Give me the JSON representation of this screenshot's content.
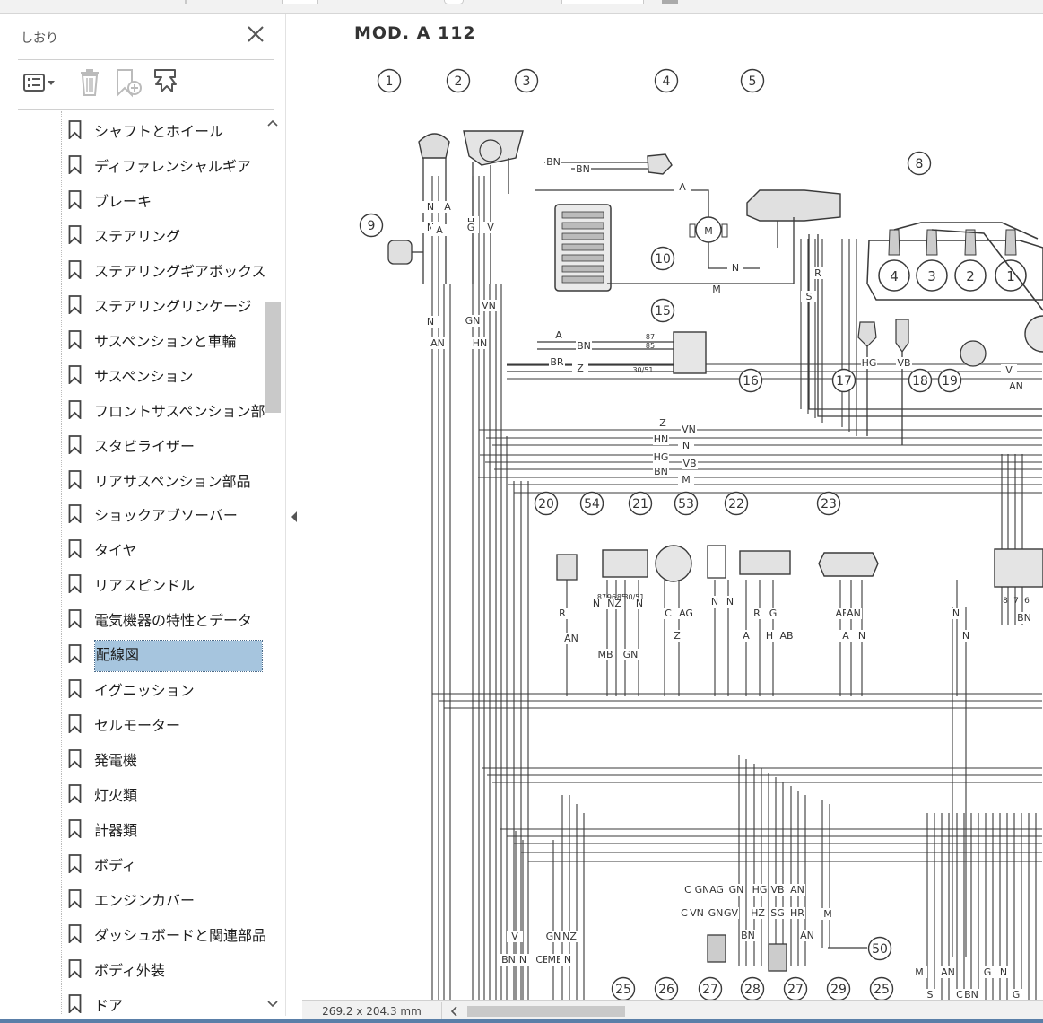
{
  "sidebar": {
    "title": "しおり",
    "toolbar": {
      "options_icon": "list-options-icon",
      "delete_icon": "trash-icon",
      "add_icon": "bookmark-add-icon",
      "find_icon": "bookmark-find-icon"
    },
    "items": [
      {
        "label": "シャフトとホイール",
        "selected": false
      },
      {
        "label": "ディファレンシャルギア",
        "selected": false
      },
      {
        "label": "ブレーキ",
        "selected": false
      },
      {
        "label": "ステアリング",
        "selected": false
      },
      {
        "label": "ステアリングギアボックス",
        "selected": false
      },
      {
        "label": "ステアリングリンケージ",
        "selected": false
      },
      {
        "label": "サスペンションと車輪",
        "selected": false
      },
      {
        "label": "サスペンション",
        "selected": false
      },
      {
        "label": "フロントサスペンション部品",
        "selected": false
      },
      {
        "label": "スタビライザー",
        "selected": false
      },
      {
        "label": "リアサスペンション部品",
        "selected": false
      },
      {
        "label": "ショックアブソーバー",
        "selected": false
      },
      {
        "label": "タイヤ",
        "selected": false
      },
      {
        "label": "リアスピンドル",
        "selected": false
      },
      {
        "label": "電気機器の特性とデータ",
        "selected": false
      },
      {
        "label": "配線図",
        "selected": true
      },
      {
        "label": "イグニッション",
        "selected": false
      },
      {
        "label": "セルモーター",
        "selected": false
      },
      {
        "label": "発電機",
        "selected": false
      },
      {
        "label": "灯火類",
        "selected": false
      },
      {
        "label": "計器類",
        "selected": false
      },
      {
        "label": "ボディ",
        "selected": false
      },
      {
        "label": "エンジンカバー",
        "selected": false
      },
      {
        "label": "ダッシュボードと関連部品",
        "selected": false
      },
      {
        "label": "ボディ外装",
        "selected": false
      },
      {
        "label": "ドア",
        "selected": false
      }
    ]
  },
  "document": {
    "title": "MOD. A 112",
    "callouts": [
      "1",
      "2",
      "3",
      "4",
      "5",
      "8",
      "9",
      "10",
      "15",
      "16",
      "17",
      "18",
      "19",
      "20",
      "54",
      "21",
      "53",
      "22",
      "23",
      "50",
      "25",
      "26",
      "27",
      "28",
      "27",
      "29",
      "25"
    ],
    "engine_cylinders": [
      "4",
      "3",
      "2",
      "1"
    ],
    "wire_labels": [
      "BN",
      "BN",
      "A",
      "N",
      "M",
      "A",
      "BN",
      "BR",
      "Z",
      "Z",
      "VN",
      "HN",
      "N",
      "HG",
      "VB",
      "BN",
      "M",
      "N",
      "A",
      "N",
      "A",
      "H",
      "V",
      "G",
      "VN",
      "N",
      "AN",
      "GN",
      "HN",
      "S",
      "R",
      "HG",
      "VB",
      "V",
      "AN",
      "R",
      "AN",
      "N",
      "NZ",
      "N",
      "MB",
      "GN",
      "C",
      "AG",
      "Z",
      "N",
      "N",
      "R",
      "A",
      "G",
      "H",
      "AB",
      "AB",
      "AN",
      "A",
      "N",
      "N",
      "N",
      "BN",
      "C",
      "GN",
      "AG",
      "GN",
      "HG",
      "VB",
      "AN",
      "C",
      "VN",
      "GN",
      "GV",
      "HZ",
      "SG",
      "HR",
      "BN",
      "AN",
      "M",
      "V",
      "BN",
      "N",
      "GN",
      "NZ",
      "CB",
      "MB",
      "N",
      "M",
      "S",
      "AN",
      "C",
      "BN",
      "G",
      "N",
      "G"
    ],
    "relay_pins": [
      "87",
      "85",
      "30/51",
      "86",
      "87",
      "85"
    ],
    "relay_pins_54": [
      "87",
      "96",
      "85",
      "30/51"
    ],
    "connector_pins": [
      "8",
      "7",
      "6"
    ]
  },
  "status": {
    "page_size": "269.2 x 204.3 mm"
  }
}
